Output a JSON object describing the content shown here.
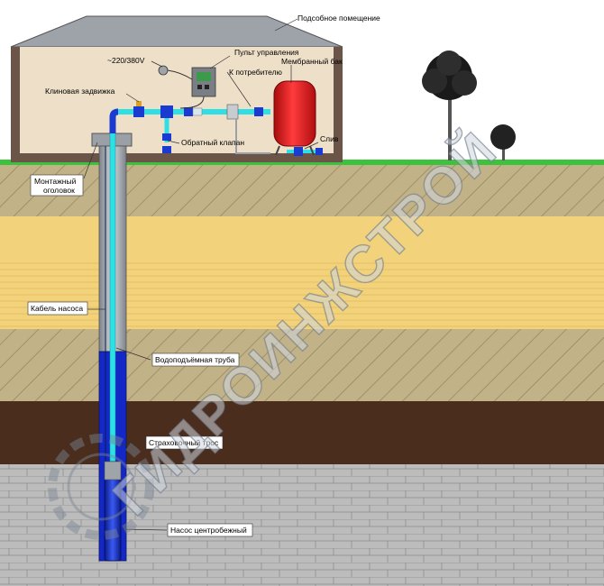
{
  "labels": {
    "service_room": "Подсобное помещение",
    "control_panel": "Пульт управления",
    "voltage": "~220/380V",
    "consumer": "К потребителю",
    "membrane_tank": "Мембранный бак",
    "gate_valve": "Клиновая задвижка",
    "check_valve": "Обратный клапан",
    "drain": "Слив",
    "wellhead_line1": "Монтажный",
    "wellhead_line2": "оголовок",
    "pump_cable": "Кабель насоса",
    "riser_pipe": "Водоподъёмная труба",
    "safety_rope": "Страховочный трос",
    "pump": "Насос центробежный"
  },
  "watermark": "ГИДРОИНЖСТРОЙ",
  "colors": {
    "tank": "#e8191b",
    "pipe_cyan": "#2ee0e6",
    "valve_blue": "#2030d8",
    "pump_blue": "#1428c8",
    "casing_gray": "#a0a6ad",
    "sand": "#f2d27a",
    "soil_light": "#c2b287",
    "clay_dark": "#4a2d1d",
    "rock": "#b8b8b8",
    "grass": "#3cc23c",
    "room_wall": "#eedfc8"
  }
}
